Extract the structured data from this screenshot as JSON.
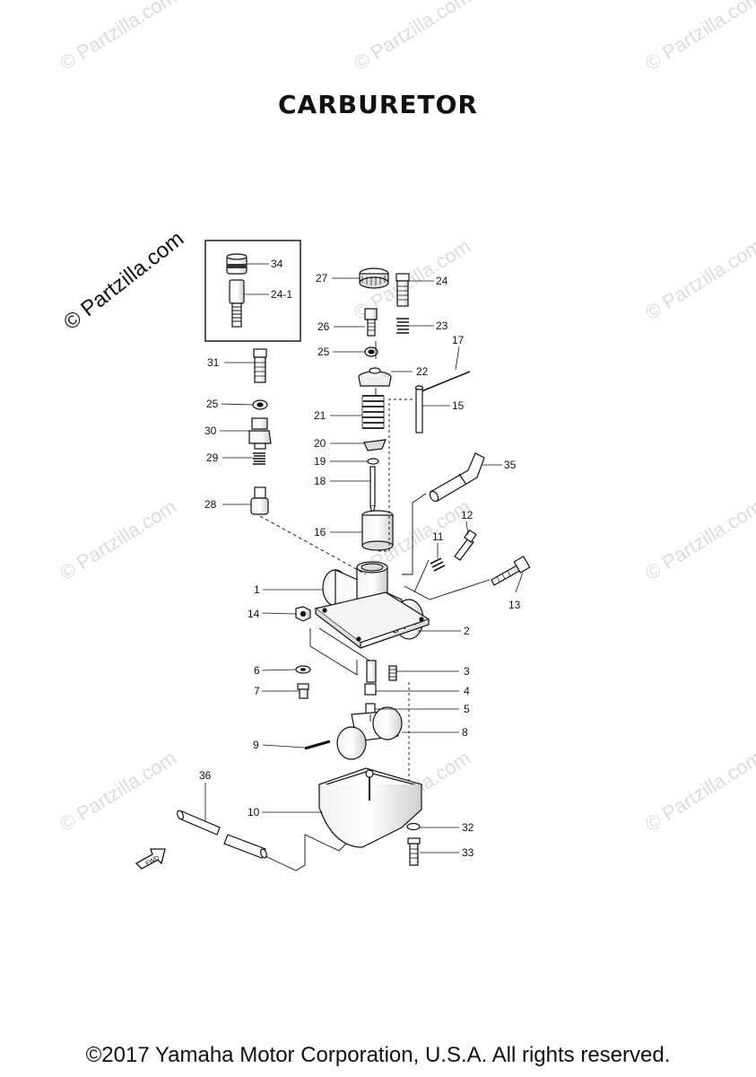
{
  "title": "CARBURETOR",
  "copyright": "©2017 Yamaha Motor Corporation, U.S.A. All rights reserved.",
  "watermark": "© Partzilla.com",
  "fwd_mark": "FWD",
  "callouts": {
    "c1": "1",
    "c2": "2",
    "c3": "3",
    "c4": "4",
    "c5": "5",
    "c6": "6",
    "c7": "7",
    "c8": "8",
    "c9": "9",
    "c10": "10",
    "c11": "11",
    "c12": "12",
    "c13": "13",
    "c14": "14",
    "c15": "15",
    "c16": "16",
    "c17": "17",
    "c18": "18",
    "c19": "19",
    "c20": "20",
    "c21": "21",
    "c22": "22",
    "c23": "23",
    "c24": "24",
    "c24_1": "24-1",
    "c25a": "25",
    "c25b": "25",
    "c26": "26",
    "c27": "27",
    "c28": "28",
    "c29": "29",
    "c30": "30",
    "c31": "31",
    "c32": "32",
    "c33": "33",
    "c34": "34",
    "c35": "35",
    "c36": "36"
  }
}
